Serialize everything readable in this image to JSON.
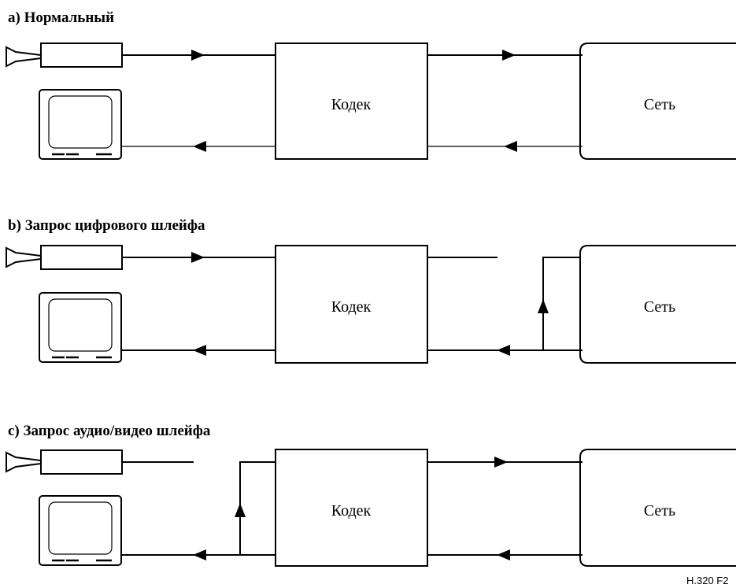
{
  "sections": [
    {
      "title": "a) Нормальный",
      "codec_label": "Кодек",
      "network_label": "Сеть"
    },
    {
      "title": "b) Запрос цифрового шлейфа",
      "codec_label": "Кодек",
      "network_label": "Сеть"
    },
    {
      "title": "c) Запрос аудио/видео шлейфа",
      "codec_label": "Кодек",
      "network_label": "Сеть"
    }
  ],
  "figure_id": "H.320  F2",
  "icons": {
    "source": "camera-icon",
    "sink": "monitor-icon",
    "direction": "arrowhead-icon"
  },
  "colors": {
    "stroke": "#000000",
    "background": "#ffffff"
  }
}
